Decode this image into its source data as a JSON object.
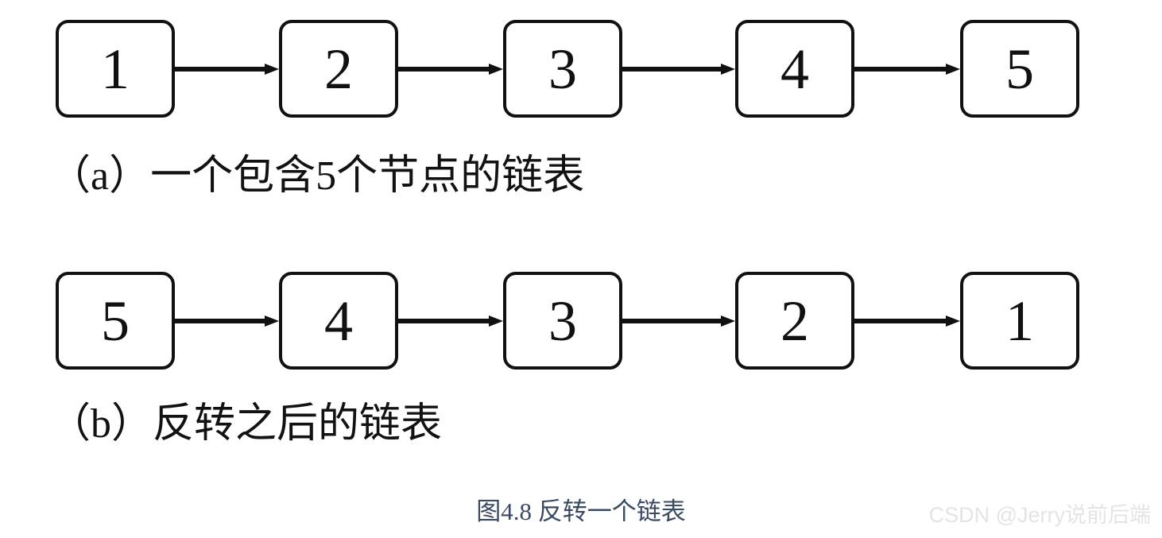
{
  "figure": {
    "caption": "图4.8 反转一个链表",
    "caption_color": "#3a4a63",
    "background_color": "#ffffff",
    "stroke_color": "#111111"
  },
  "diagram_data": {
    "type": "linked-list",
    "rows": [
      {
        "id": "a",
        "caption": "（a）一个包含5个节点的链表",
        "nodes": [
          "1",
          "2",
          "3",
          "4",
          "5"
        ],
        "arrows": [
          "→",
          "→",
          "→",
          "→"
        ]
      },
      {
        "id": "b",
        "caption": "（b）反转之后的链表",
        "nodes": [
          "5",
          "4",
          "3",
          "2",
          "1"
        ],
        "arrows": [
          "→",
          "→",
          "→",
          "→"
        ]
      }
    ]
  },
  "watermark": {
    "text": "CSDN @Jerry说前后端",
    "color": "#e4e4e4"
  }
}
